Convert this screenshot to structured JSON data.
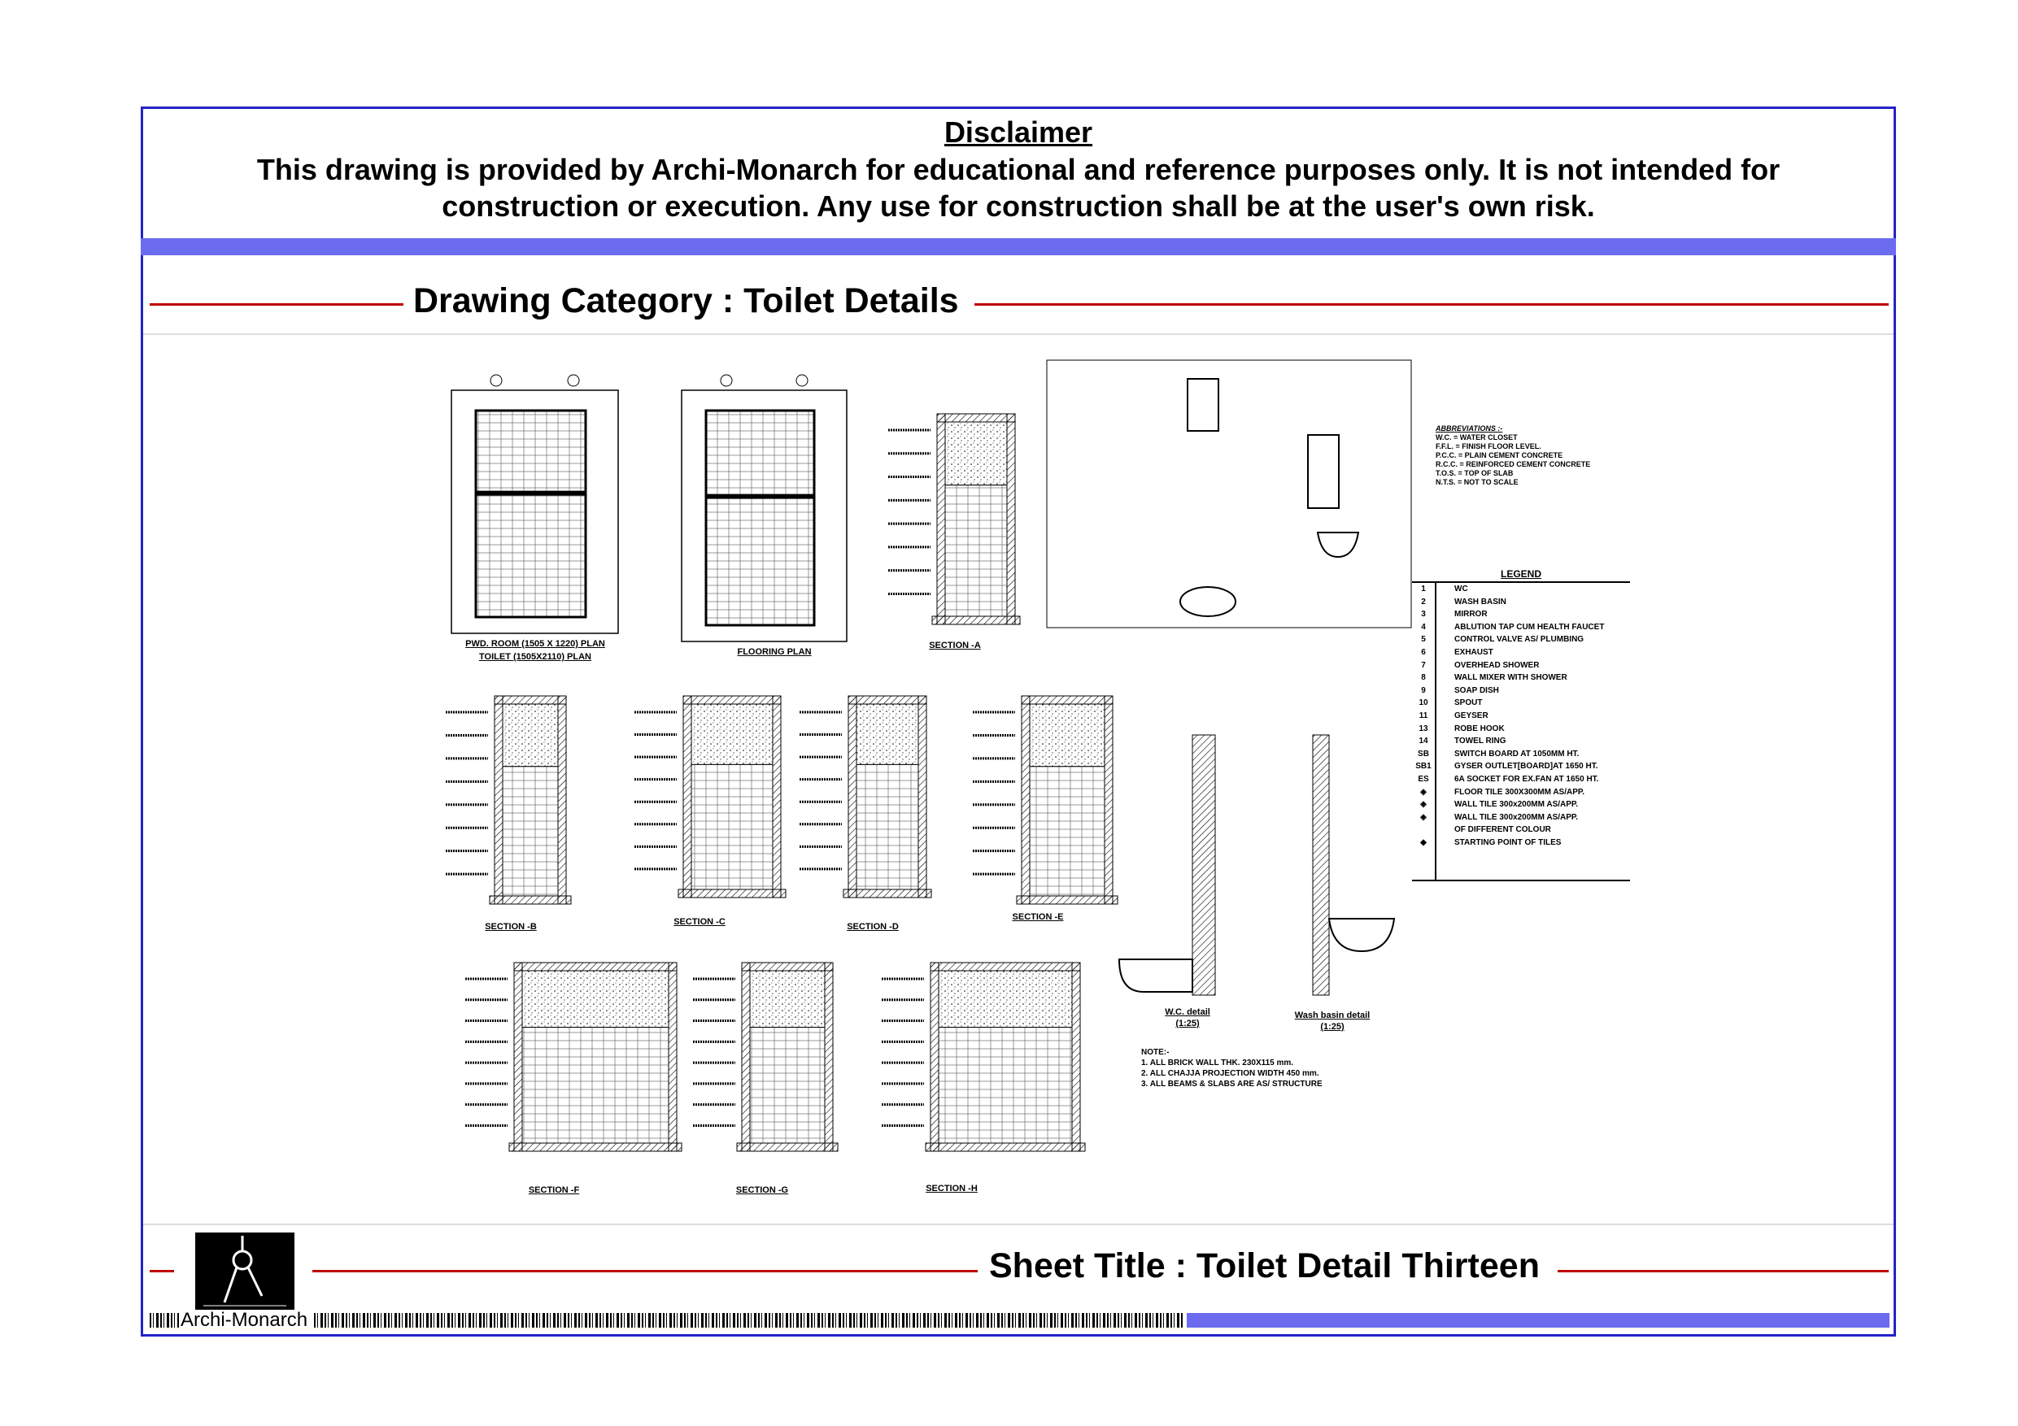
{
  "disclaimer": {
    "title": "Disclaimer",
    "text": "This drawing is provided by Archi-Monarch for educational and reference purposes only. It is not intended for construction or execution. Any use for construction shall be at the user's own risk."
  },
  "category": "Drawing Category : Toilet Details",
  "sheet_title": "Sheet Title : Toilet Detail Thirteen",
  "brand": "Archi-Monarch",
  "colors": {
    "frame": "#2323c8",
    "band": "#6b6bf0",
    "rule": "#c00000"
  },
  "drawings": {
    "plan1_title_a": "PWD. ROOM (1505 X 1220) PLAN",
    "plan1_title_b": "TOILET (1505X2110) PLAN",
    "plan2_title": "FLOORING PLAN",
    "sections": [
      "SECTION -A",
      "SECTION -B",
      "SECTION -C",
      "SECTION -D",
      "SECTION -E",
      "SECTION -F",
      "SECTION -G",
      "SECTION -H"
    ],
    "wc_detail": "W.C. detail",
    "wc_scale": "(1:25)",
    "wb_detail": "Wash basin detail",
    "wb_scale": "(1:25)"
  },
  "abbreviations": {
    "title": "ABBREVIATIONS :-",
    "items": [
      "W.C. = WATER CLOSET",
      "F.F.L. = FINISH FLOOR LEVEL.",
      "P.C.C. = PLAIN CEMENT CONCRETE",
      "R.C.C. = REINFORCED CEMENT CONCRETE",
      "T.O.S. = TOP OF SLAB",
      "N.T.S. = NOT TO SCALE"
    ]
  },
  "notes": {
    "title": "NOTE:-",
    "items": [
      "1. ALL BRICK WALL THK. 230X115 mm.",
      "2. ALL CHAJJA PROJECTION WIDTH 450 mm.",
      "3. ALL BEAMS & SLABS ARE AS/ STRUCTURE"
    ]
  },
  "legend": {
    "title": "LEGEND",
    "items": [
      {
        "k": "1",
        "v": "WC"
      },
      {
        "k": "2",
        "v": "WASH BASIN"
      },
      {
        "k": "3",
        "v": "MIRROR"
      },
      {
        "k": "4",
        "v": "ABLUTION TAP CUM HEALTH FAUCET"
      },
      {
        "k": "5",
        "v": "CONTROL VALVE AS/ PLUMBING"
      },
      {
        "k": "6",
        "v": "EXHAUST"
      },
      {
        "k": "7",
        "v": "OVERHEAD SHOWER"
      },
      {
        "k": "8",
        "v": "WALL MIXER WITH SHOWER"
      },
      {
        "k": "9",
        "v": "SOAP DISH"
      },
      {
        "k": "10",
        "v": "SPOUT"
      },
      {
        "k": "11",
        "v": "GEYSER"
      },
      {
        "k": "",
        "v": ""
      },
      {
        "k": "13",
        "v": "ROBE HOOK"
      },
      {
        "k": "14",
        "v": "TOWEL RING"
      },
      {
        "k": "SB",
        "v": "SWITCH BOARD AT 1050MM HT."
      },
      {
        "k": "SB1",
        "v": "GYSER OUTLET[BOARD]AT 1650 HT."
      },
      {
        "k": "ES",
        "v": "6A SOCKET FOR EX.FAN AT 1650 HT."
      },
      {
        "k": "◈",
        "v": "FLOOR TILE 300X300MM AS/APP."
      },
      {
        "k": "◈",
        "v": "WALL TILE 300x200MM AS/APP."
      },
      {
        "k": "◈",
        "v": "WALL TILE 300x200MM AS/APP."
      },
      {
        "k": "",
        "v": "OF DIFFERENT COLOUR"
      },
      {
        "k": "◆",
        "v": "STARTING POINT OF TILES"
      }
    ]
  }
}
